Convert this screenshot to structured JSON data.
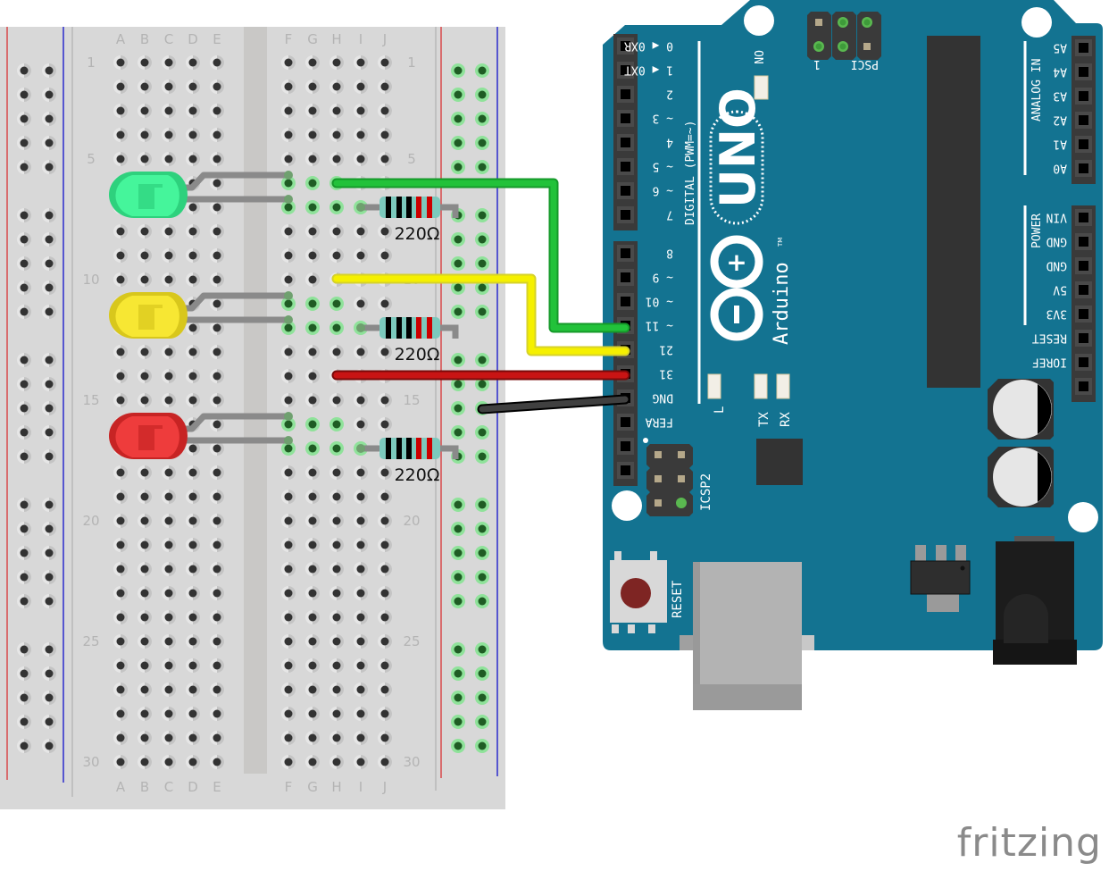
{
  "breadboard": {
    "columns_left": [
      "A",
      "B",
      "C",
      "D",
      "E"
    ],
    "columns_right": [
      "F",
      "G",
      "H",
      "I",
      "J"
    ],
    "rows": 30,
    "row_labels": [
      "1",
      "5",
      "10",
      "15",
      "20",
      "25",
      "30"
    ],
    "colors": {
      "body": "#d8d8d8",
      "channel": "#c9c8c6",
      "rail_plus": "#d8484a",
      "rail_minus": "#2a2acc",
      "hole": "#333333",
      "hole_connected": "#1f5c24",
      "hole_glow": "#8fe29a",
      "label": "#b4b4b4"
    }
  },
  "leds": [
    {
      "name": "green-led",
      "color": "#45f59b",
      "dark": "#2ed17d",
      "row": 6
    },
    {
      "name": "yellow-led",
      "color": "#f7e733",
      "dark": "#d8c71c",
      "row": 11
    },
    {
      "name": "red-led",
      "color": "#ee3c3c",
      "dark": "#c72424",
      "row": 16
    }
  ],
  "resistors": [
    {
      "label": "220Ω",
      "row": 7
    },
    {
      "label": "220Ω",
      "row": 12
    },
    {
      "label": "220Ω",
      "row": 17
    }
  ],
  "wires": [
    {
      "name": "green-wire",
      "color": "#22c23a",
      "edge": "#159a2a",
      "to_pin": "11"
    },
    {
      "name": "yellow-wire",
      "color": "#f5f000",
      "edge": "#d6d22a",
      "to_pin": "12"
    },
    {
      "name": "red-wire",
      "color": "#c81414",
      "edge": "#7a0a0a",
      "to_pin": "13"
    },
    {
      "name": "black-wire",
      "color": "#404040",
      "edge": "#000000",
      "to_pin": "GND"
    }
  ],
  "arduino": {
    "board_color": "#137391",
    "model": "UNO",
    "brand": "Arduino",
    "trademark": "TM",
    "digital_header_label": "DIGITAL (PWM=~)",
    "digital_pins_top": [
      "RX0 ◀ 0",
      "TX0 ◀ 1",
      "2",
      "3 ~",
      "4",
      "5 ~",
      "6 ~",
      "7"
    ],
    "digital_pins_bottom": [
      "8",
      "9 ~",
      "10 ~",
      "11 ~",
      "12",
      "13",
      "GND",
      "AREF"
    ],
    "analog_header_label": "ANALOG IN",
    "analog_pins": [
      "A5",
      "A4",
      "A3",
      "A2",
      "A1",
      "A0"
    ],
    "power_header_label": "POWER",
    "power_pins": [
      "VIN",
      "GND",
      "GND",
      "5V",
      "3V3",
      "RESET",
      "IOREF",
      ""
    ],
    "on_label": "ON",
    "icsp_label": "ICSP",
    "icsp_pin1": "1",
    "icsp2_label": "ICSP2",
    "led_labels": [
      "L",
      "TX",
      "RX"
    ],
    "reset_label": "RESET"
  },
  "footer": {
    "logo": "fritzing"
  }
}
